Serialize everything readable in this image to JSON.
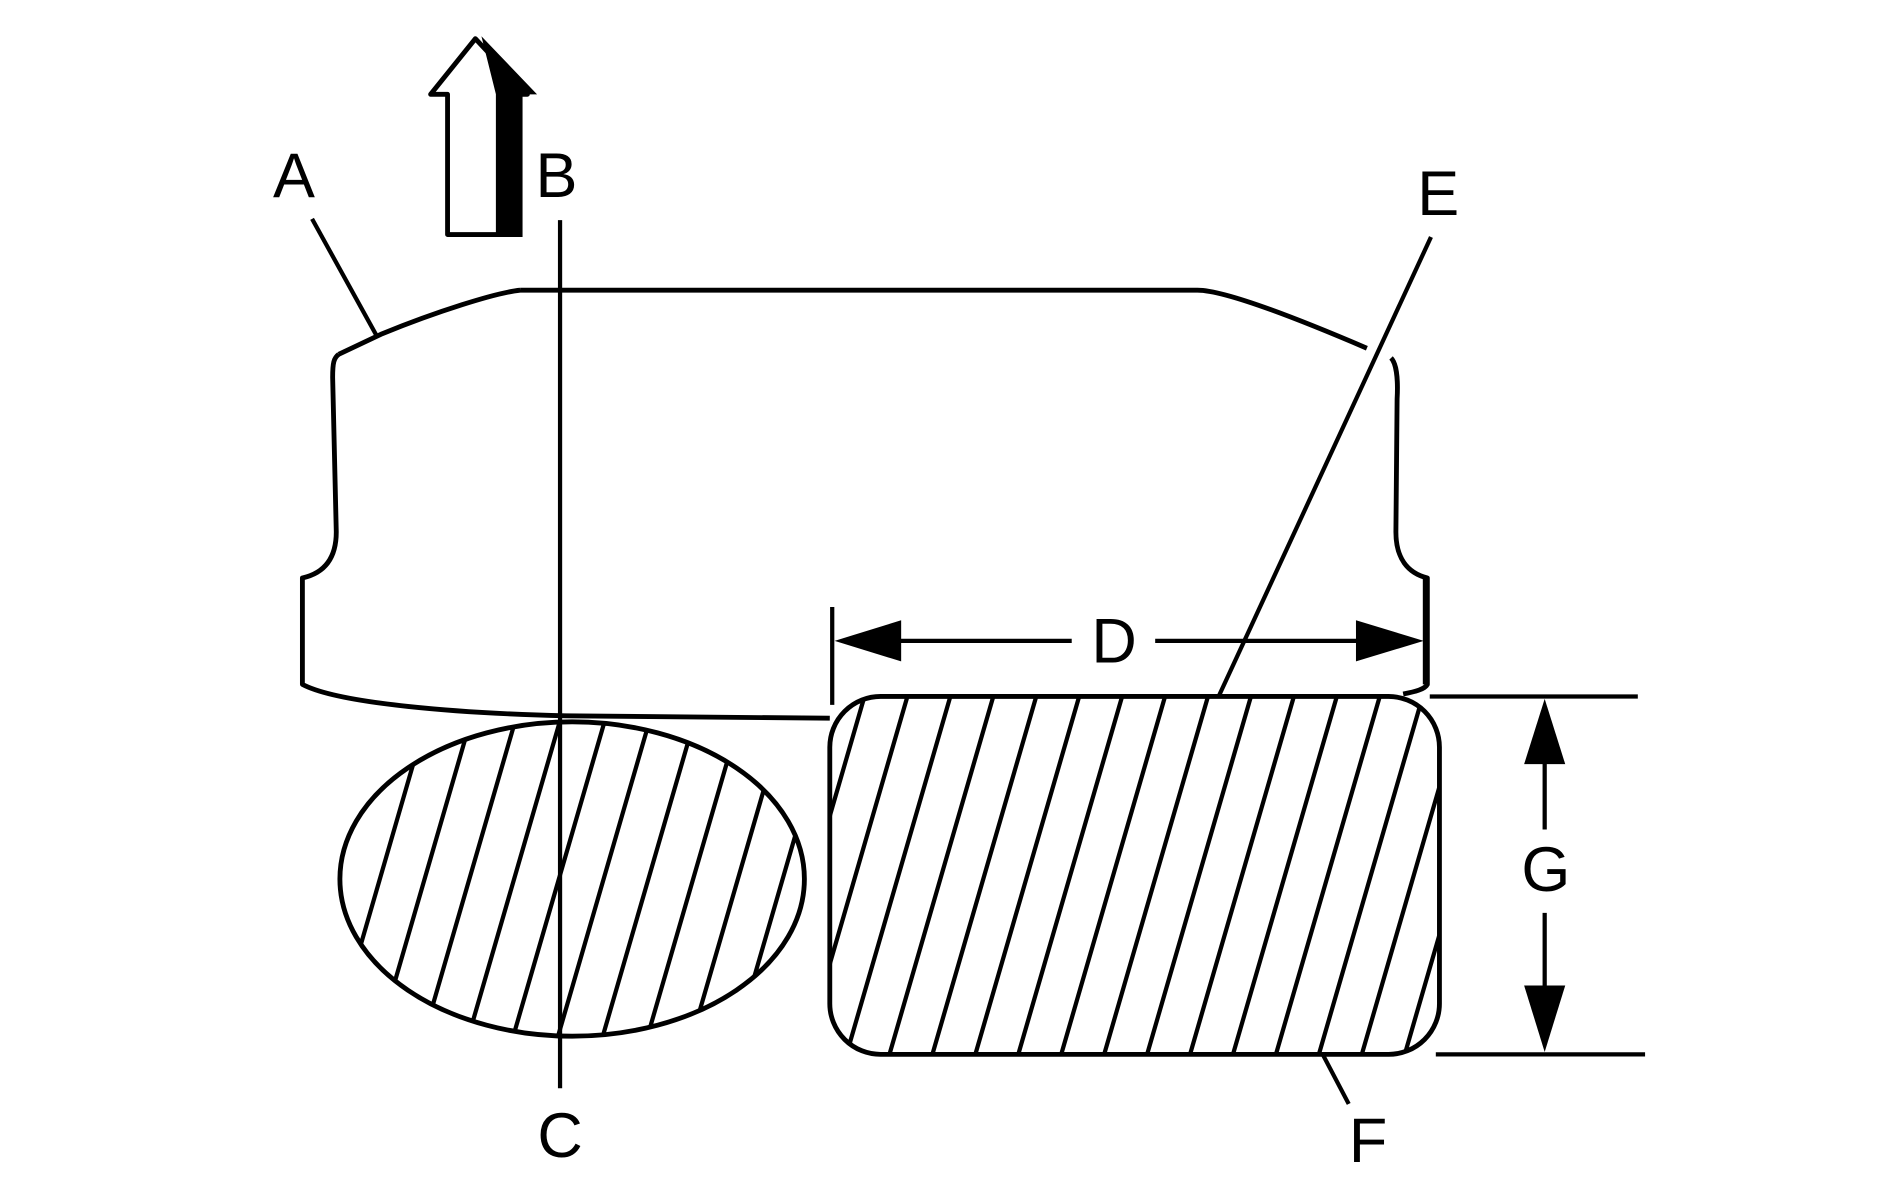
{
  "diagram": {
    "colors": {
      "line": "#000000",
      "background": "#ffffff"
    },
    "direction_arrow": {
      "icon": "hollow-up-arrow",
      "meaning": "up"
    },
    "labels": {
      "A": "A",
      "B": "B",
      "C": "C",
      "D": "D",
      "E": "E",
      "F": "F",
      "G": "G"
    },
    "callouts": [
      {
        "label": "A",
        "target": "upper body outline (shoulder edge)"
      },
      {
        "label": "B",
        "target": "top of vertical centerline"
      },
      {
        "label": "C",
        "target": "bottom of vertical centerline"
      },
      {
        "label": "D",
        "target": "horizontal width dimension of rectangular section"
      },
      {
        "label": "E",
        "target": "top edge of rectangular hatched section"
      },
      {
        "label": "F",
        "target": "bottom edge of rectangular hatched section"
      },
      {
        "label": "G",
        "target": "vertical height dimension of rectangular section"
      }
    ],
    "sections": [
      {
        "name": "elliptical-section",
        "fill": "diagonal-hatch"
      },
      {
        "name": "rectangular-section",
        "fill": "diagonal-hatch"
      }
    ]
  }
}
